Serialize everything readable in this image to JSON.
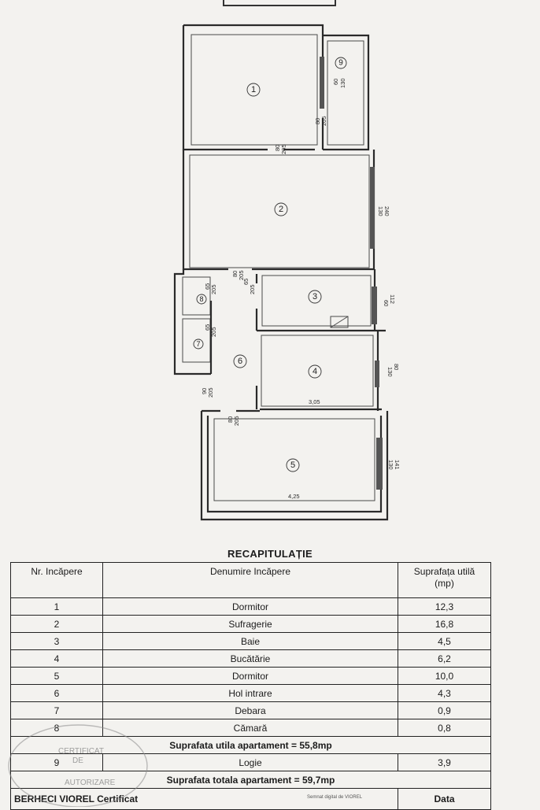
{
  "plan": {
    "room_markers": [
      "1",
      "2",
      "3",
      "4",
      "5",
      "6",
      "7",
      "8",
      "9"
    ],
    "dims": {
      "d9_a": "60",
      "d9_b": "130",
      "d1_door_a": "80",
      "d1_door_b": "205",
      "d12_a": "80",
      "d12_b": "205",
      "d2_win_a": "240",
      "d2_win_b": "130",
      "d2_door_a": "80",
      "d2_door_b": "205",
      "d3_door_a": "65",
      "d3_door_b": "205",
      "d3_win_a": "112",
      "d3_win_b": "60",
      "d8_a": "65",
      "d8_b": "205",
      "d7_a": "65",
      "d7_b": "205",
      "d4_win_a": "80",
      "d4_win_b": "130",
      "d4_len": "3,05",
      "d6_a": "90",
      "d6_b": "205",
      "d5_door_a": "80",
      "d5_door_b": "205",
      "d5_win_a": "141",
      "d5_win_b": "130",
      "d5_len": "4,25"
    }
  },
  "recap": {
    "title": "RECAPITULAȚIE",
    "headers": {
      "nr": "Nr. Incăpere",
      "name": "Denumire Incăpere",
      "area": "Suprafața utilă",
      "area_unit": "(mp)"
    },
    "rows": [
      {
        "nr": "1",
        "name": "Dormitor",
        "area": "12,3"
      },
      {
        "nr": "2",
        "name": "Sufragerie",
        "area": "16,8"
      },
      {
        "nr": "3",
        "name": "Baie",
        "area": "4,5"
      },
      {
        "nr": "4",
        "name": "Bucătărie",
        "area": "6,2"
      },
      {
        "nr": "5",
        "name": "Dormitor",
        "area": "10,0"
      },
      {
        "nr": "6",
        "name": "Hol intrare",
        "area": "4,3"
      },
      {
        "nr": "7",
        "name": "Debara",
        "area": "0,9"
      },
      {
        "nr": "8",
        "name": "Cămară",
        "area": "0,8"
      }
    ],
    "useful_total": "Suprafata utila apartament = 55,8mp",
    "logia": {
      "nr": "9",
      "name": "Logie",
      "area": "3,9"
    },
    "grand_total": "Suprafata totala apartament = 59,7mp",
    "footer": {
      "signer": "BERHECI VIOREL Certificat",
      "note": "Semnat digital de VIOREL",
      "date_label": "Data"
    },
    "stamp": {
      "line1": "CERTIFICAT",
      "line2": "DE",
      "line3": "AUTORIZARE"
    }
  }
}
